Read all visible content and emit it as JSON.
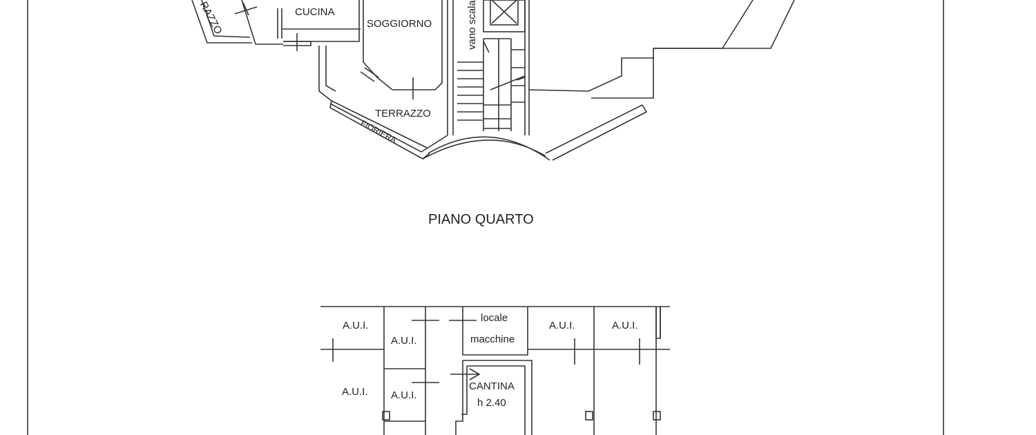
{
  "floor_plan": {
    "upper": {
      "terrazzo_left": "RAZZO",
      "cucina": "CUCINA",
      "soggiorno": "SOGGIORNO",
      "vano_scala": "vano scala",
      "terrazzo": "TERRAZZO",
      "fioriera": "FIORIERA"
    },
    "floor_title": "PIANO QUARTO",
    "lower": {
      "aui_1": "A.U.I.",
      "aui_2": "A.U.I.",
      "aui_3": "A.U.I.",
      "aui_4": "A.U.I.",
      "aui_5": "A.U.I.",
      "aui_6": "A.U.I.",
      "locale_line1": "locale",
      "locale_line2": "macchine",
      "cantina": "CANTINA",
      "cantina_height": "h 2.40"
    }
  },
  "colors": {
    "line": "#333333",
    "paper": "#ffffff"
  }
}
